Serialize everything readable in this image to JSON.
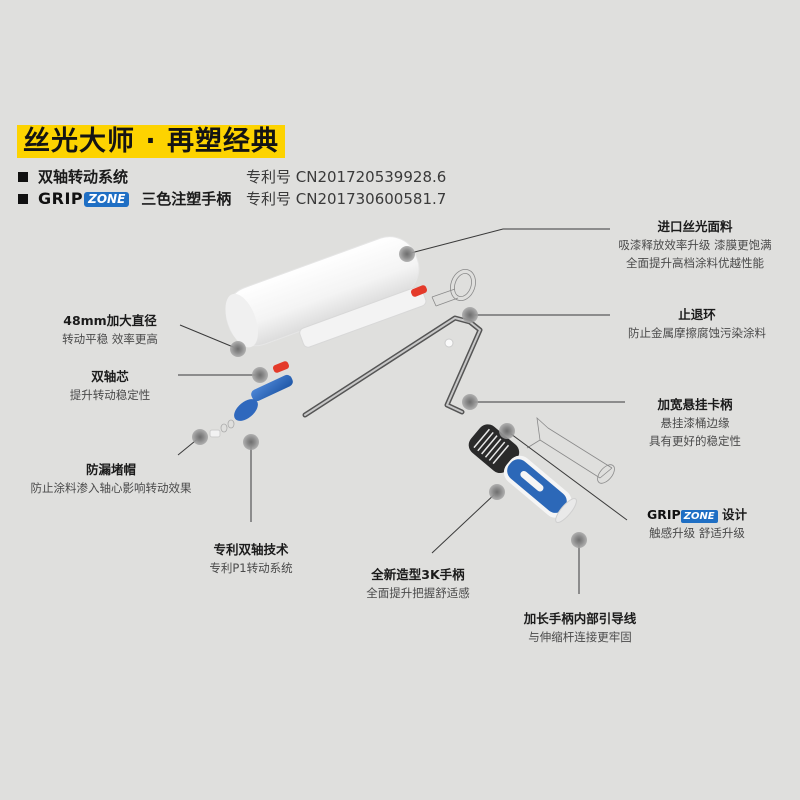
{
  "header": {
    "headline": "丝光大师 · 再塑经典",
    "headline_bg": "#fdd300",
    "features": [
      {
        "icon": "black-square-bullet",
        "name": "双轴转动系统",
        "patent": "专利号 CN201720539928.6"
      },
      {
        "icon": "black-square-bullet",
        "brand_grip": "GRIP",
        "brand_zone": "ZONE",
        "name": "三色注塑手柄",
        "patent": "专利号 CN201730600581.7"
      }
    ]
  },
  "callouts": {
    "fabric": {
      "title": "进口丝光面料",
      "desc": [
        "吸漆释放效率升级 漆膜更饱满",
        "全面提升高档涂料优越性能"
      ]
    },
    "stop_ring": {
      "title": "止退环",
      "desc": [
        "防止金属摩擦腐蚀污染涂料"
      ]
    },
    "hook": {
      "title": "加宽悬挂卡柄",
      "desc": [
        "悬挂漆桶边缘",
        "具有更好的稳定性"
      ]
    },
    "gripzone": {
      "brand_grip": "GRIP",
      "brand_zone": "ZONE",
      "title_suffix": "设计",
      "desc": [
        "触感升级 舒适升级"
      ]
    },
    "diameter": {
      "title": "48mm加大直径",
      "desc": [
        "转动平稳 效率更高"
      ]
    },
    "dual_core": {
      "title": "双轴芯",
      "desc": [
        "提升转动稳定性"
      ]
    },
    "cap": {
      "title": "防漏堵帽",
      "desc": [
        "防止涂料渗入轴心影响转动效果"
      ]
    },
    "patent_axis": {
      "title": "专利双轴技术",
      "desc": [
        "专利P1转动系统"
      ]
    },
    "handle_3k": {
      "title": "全新造型3K手柄",
      "desc": [
        "全面提升把握舒适感"
      ]
    },
    "guide_wire": {
      "title": "加长手柄内部引导线",
      "desc": [
        "与伸缩杆连接更牢固"
      ]
    }
  },
  "colors": {
    "background": "#dfdfdd",
    "brand_blue": "#1f6fc4",
    "handle_blue": "#2c68b8",
    "accent_red": "#e43a2a",
    "marker": "#8a8a8a"
  }
}
